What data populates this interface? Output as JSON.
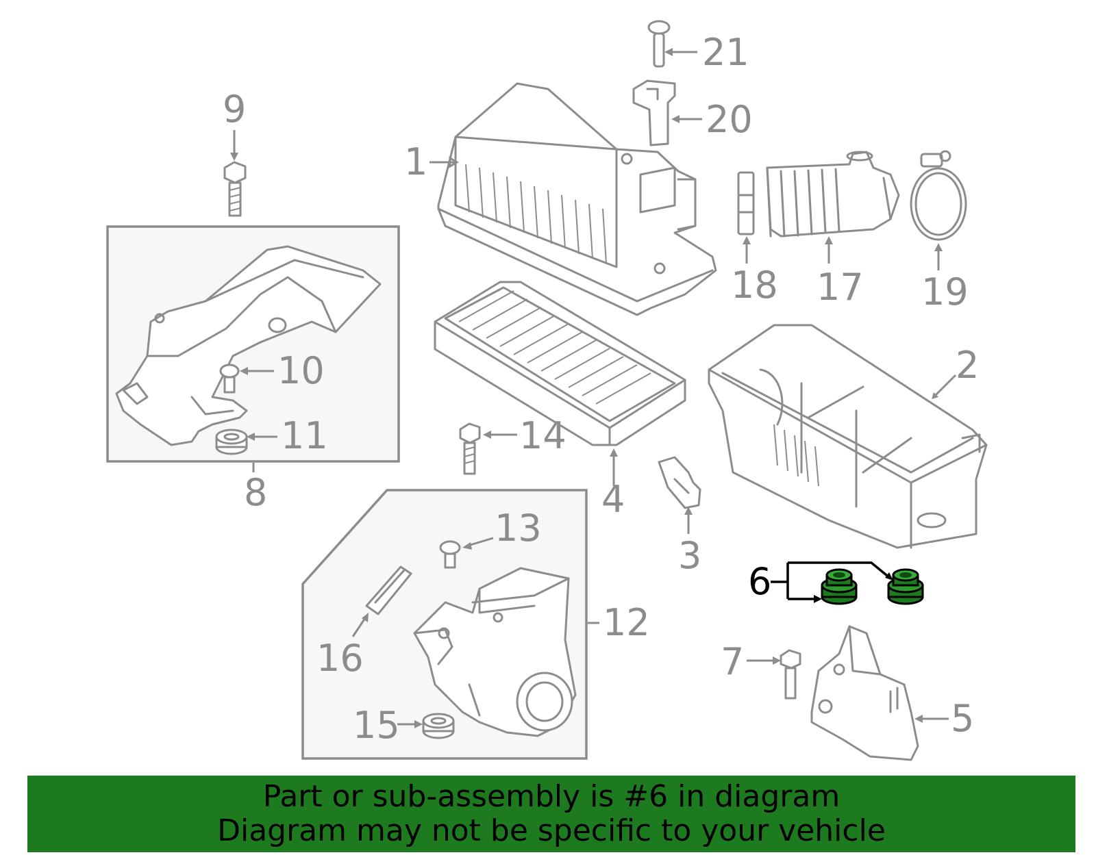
{
  "diagram": {
    "callouts": {
      "c1": "1",
      "c2": "2",
      "c3": "3",
      "c4": "4",
      "c5": "5",
      "c6": "6",
      "c7": "7",
      "c8": "8",
      "c9": "9",
      "c10": "10",
      "c11": "11",
      "c12": "12",
      "c13": "13",
      "c14": "14",
      "c15": "15",
      "c16": "16",
      "c17": "17",
      "c18": "18",
      "c19": "19",
      "c20": "20",
      "c21": "21"
    },
    "highlighted_part": "6",
    "colors": {
      "line_art": "#8c8c8c",
      "highlight_part": "#1e7a1e",
      "highlight_callout": "#000000",
      "banner_background": "#1e7a1e",
      "sub_assembly_box": "#f7f7f7"
    }
  },
  "banner": {
    "line1": "Part or sub-assembly is #6 in diagram",
    "line2": "Diagram may not be specific to your vehicle"
  }
}
